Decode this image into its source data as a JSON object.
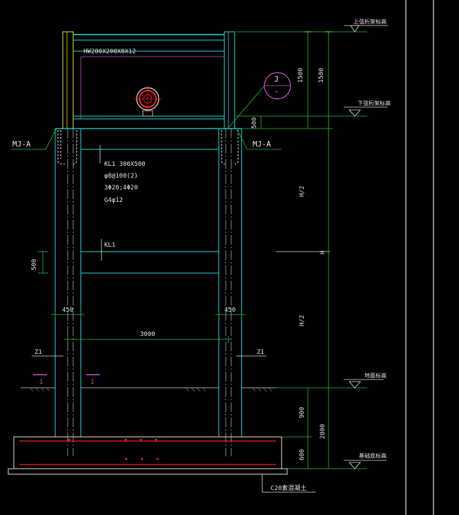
{
  "drawing": {
    "beam_label": "HW200X200X8X12",
    "detail_symbol": {
      "top": "J",
      "bottom": "-"
    },
    "mj_left": "MJ-A",
    "mj_right": "MJ-A",
    "kl1_section": {
      "line1": "KL1 300X500",
      "line2": "φ8@100(2)",
      "line3": "3Φ20;4Φ20",
      "line4": "G4φ12"
    },
    "kl1_label": "KL1",
    "z1_left": "Z1",
    "z1_right": "Z1",
    "section_left": "1",
    "section_right": "1",
    "concrete_label": "C20素混凝土"
  },
  "dimensions": {
    "col_width_left": "450",
    "col_width_right": "450",
    "span": "3000",
    "beam_depth": "500",
    "top_gap": "500",
    "upper_frame_inner": "1500",
    "upper_frame_outer": "1500",
    "half_h_top": "H/2",
    "h_total": "H",
    "half_h_bottom": "H/2",
    "below_ground": "900",
    "foundation": "600",
    "footing_total": "2000"
  },
  "elevations": {
    "upper_truss_top": "上弦桁架标高",
    "lower_truss": "下弦桁架标高",
    "ground": "地面标高",
    "foundation_bottom": "基础底标高"
  },
  "colors": {
    "background": "#000000",
    "cyan": "#22e0e0",
    "green": "#22c93a",
    "white": "#e6e6e6",
    "magenta": "#d050d0",
    "yellow": "#e8e840",
    "red": "#ff2020"
  }
}
